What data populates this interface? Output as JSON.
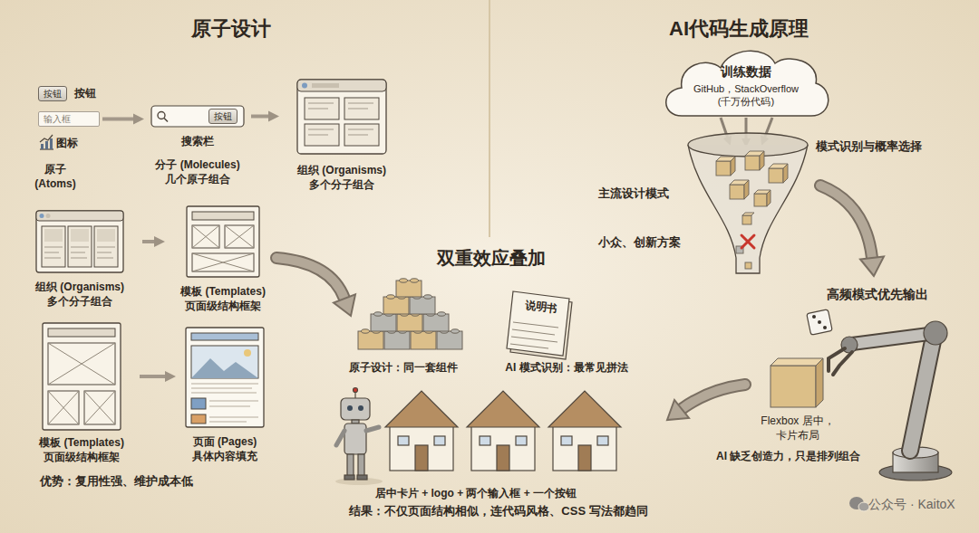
{
  "diagram": {
    "nodes": [
      {
        "text": [
          "按钮"
        ]
      },
      {
        "text": [
          "输入框"
        ]
      },
      {
        "text": [
          "搜索栏",
          "分子 (Molecules) 几个原子组合"
        ]
      },
      {
        "text": [
          "按钮"
        ],
        "in": 2
      },
      {
        "text": [
          "组织 (Organisms) 多个分子组合"
        ]
      },
      {
        "text": [
          "组织 (Organisms) 多个分子组合"
        ]
      },
      {
        "text": [
          "模板 (Templates) 页面级结构框架"
        ]
      },
      {
        "text": [
          "模板 (Templates) 页面级结构框架"
        ]
      },
      {
        "text": [
          "页面 (Pages) 具体内容填充"
        ]
      },
      {
        "text": [
          "训练数据",
          "GitHub，StackOverflow (千万份代码)"
        ]
      },
      {
        "text": [
          "说明书"
        ]
      }
    ],
    "edges": [
      {
        "from": 1,
        "to": 2,
        "arrow": "to"
      },
      {
        "from": 2,
        "to": 4,
        "arrow": "to"
      },
      {
        "from": 5,
        "to": 6,
        "arrow": "to"
      },
      {
        "from": 7,
        "to": 8,
        "arrow": "to"
      }
    ],
    "labels": [
      "原子设计",
      "AI代码生成原理",
      "按钮",
      "图标",
      "原子 (Atoms)",
      "优势：复用性强、维护成本低",
      "双重效应叠加",
      "原子设计：同一套组件",
      "AI 模式识别：最常见拼法",
      "居中卡片 + logo + 两个输入框 + 一个按钮",
      "结果：不仅页面结构相似，连代码风格、CSS 写法都趋同",
      "模式识别与概率选择",
      "主流设计模式",
      "小众、创新方案",
      "高频模式优先输出",
      "Flexbox 居中，卡片布局",
      "AI 缺乏创造力，只是排列组合",
      "公众号 · KaitoX"
    ]
  }
}
